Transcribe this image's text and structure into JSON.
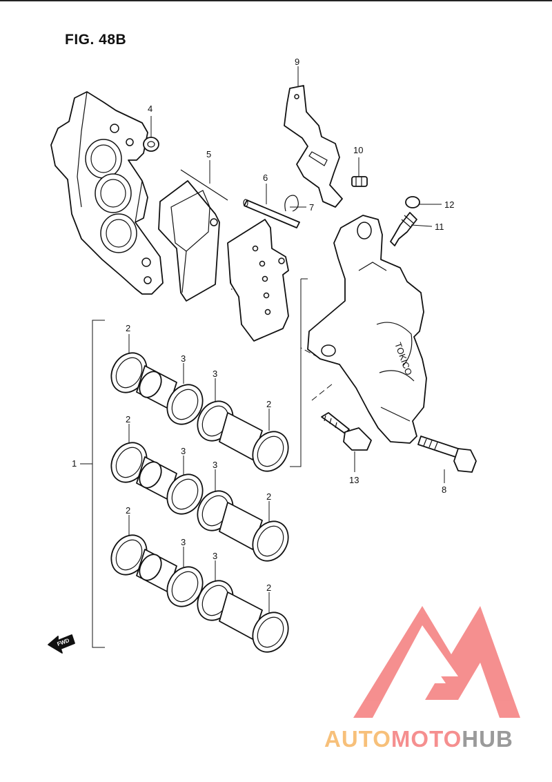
{
  "figure": {
    "title": "FIG. 48B"
  },
  "callouts": {
    "c1": "1",
    "c2": "2",
    "c3": "3",
    "c4": "4",
    "c5": "5",
    "c6": "6",
    "c7": "7",
    "c8": "8",
    "c9": "9",
    "c10": "10",
    "c11": "11",
    "c12": "12",
    "c13": "13"
  },
  "caliper_marking": "TOKICO",
  "fwd_arrow": "FWD",
  "watermark": {
    "part1": "AUTO",
    "part2": "MOTO",
    "part3": "HUB",
    "color_auto": "#f7c07a",
    "color_moto": "#f58f8f",
    "color_hub": "#9a9a9a",
    "logo_color": "#f47c7c"
  }
}
